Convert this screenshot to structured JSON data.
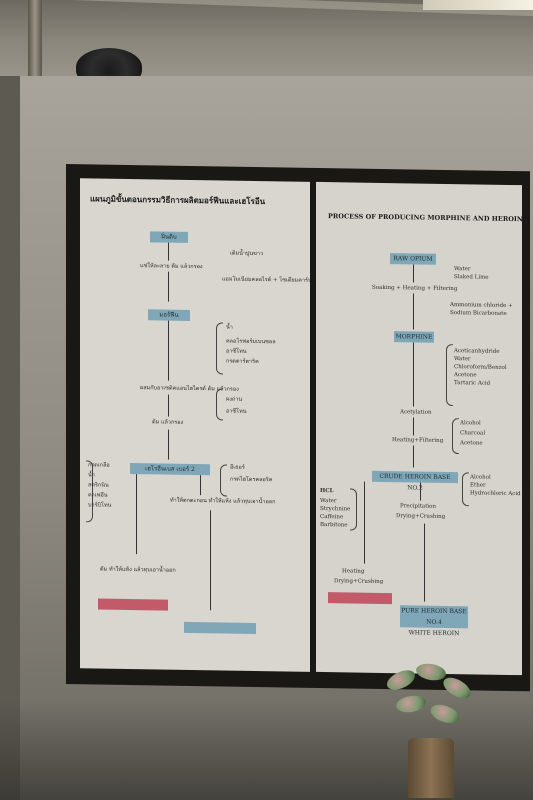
{
  "poster": {
    "left_title": "แผนภูมิขั้นตอนกรรมวิธีการผลิตมอร์ฟีนและเฮโรอีน",
    "right_title": "PROCESS OF PRODUCING MORPHINE AND HEROIN",
    "left_steps": [
      "ฝิ่นดิบ",
      "แช่ให้ละลาย ต้ม แล้วกรอง",
      "มอร์ฟีน",
      "ผสมกับอาเซติคแอนไฮไดรด์ ต้ม แล้วกรอง",
      "ต้ม แล้วกรอง",
      "เฮโรอีนเบส เบอร์ 2",
      "ทำให้ตกตะกอน ทำให้แห้ง แล้วทุบเอาน้ำออก",
      "ต้ม ทำให้แห้ง แล้วทุบเอาน้ำออก"
    ],
    "left_side_notes": [
      "เติมน้ำปูนขาว",
      "แอมโมเนียมคลอไรด์ + โซเดียมคาร์บอเนต",
      "น้ำ",
      "คลอโรฟอร์มเบนซอล",
      "อาซีโทน",
      "กรดตาร์ตาริค",
      "ผงถ่าน",
      "อาซีโทน",
      "อีเธอร์",
      "กรดไฮโดรคลอริค",
      "กรดเกลือ",
      "น้ำ",
      "สตริกนิน",
      "คาเฟอีน",
      "บาร์บิโทน"
    ],
    "right_steps": [
      "RAW OPIUM",
      "Soaking + Heating + Filtering",
      "MORPHINE",
      "Acetylation",
      "Heating+Filtering",
      "CRUDE HEROIN BASE NO.2",
      "Precipitation",
      "Drying+Crushing",
      "Heating",
      "Drying+Crushing",
      "PURE HEROIN BASE NO.4",
      "WHITE HEROIN"
    ],
    "right_side_notes": [
      "Water",
      "Slaked Lime",
      "Ammonium chloride +",
      "Sodium Bicarbonate",
      "Aceticanhydride",
      "Water",
      "Chloroform/Benzol",
      "Acetone",
      "Tartaric Acid",
      "Alcohol",
      "Charcoal",
      "Acetone",
      "Alcohol",
      "Ether",
      "Hydrochloric Acid",
      "HCL",
      "Water",
      "Strychnine",
      "Caffeine",
      "Barbitone"
    ]
  }
}
